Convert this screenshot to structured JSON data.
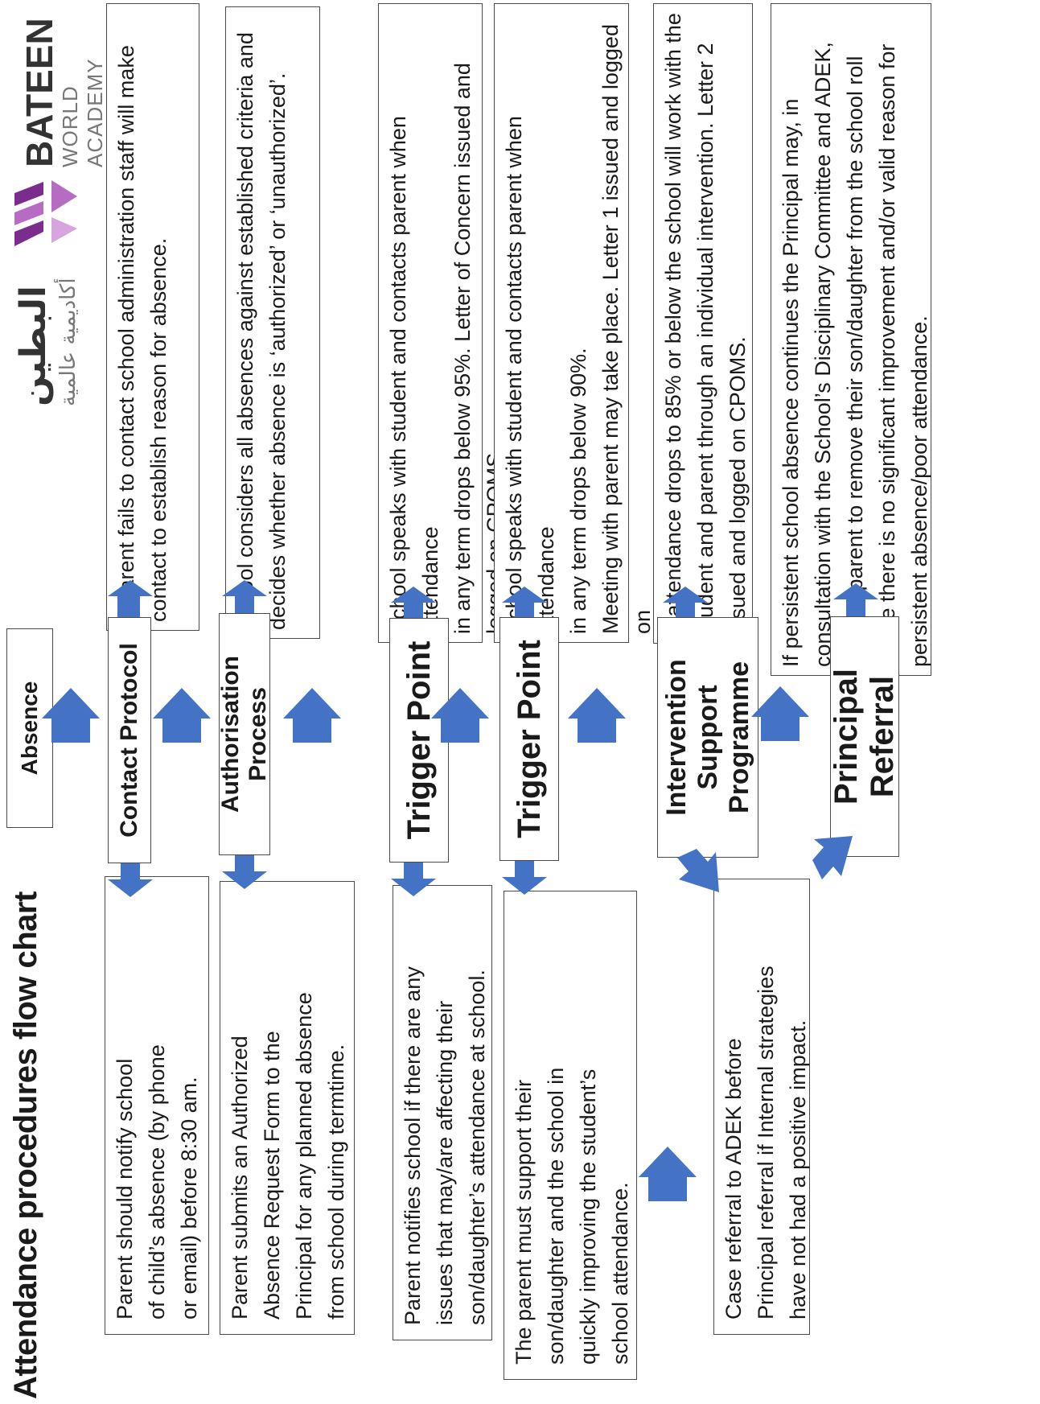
{
  "title": "Attendance procedures flow chart",
  "logo": {
    "arabic_name": "البطين",
    "arabic_sub": "أكاديمية عالمية",
    "name": "BATEEN",
    "sub": "WORLD ACADEMY",
    "colors": [
      "#7b2d8e",
      "#b56cc2",
      "#d7a4de"
    ]
  },
  "steps": {
    "absence": "Absence",
    "contact_protocol": "Contact Protocol",
    "authorisation_process": "Authorisation Process",
    "trigger_point_1": "Trigger Point",
    "trigger_point_2": "Trigger Point",
    "intervention_support": "Intervention Support\nProgramme",
    "principal_referral": "Principal Referral"
  },
  "upper_notes": {
    "contact": "If parent fails to contact school administration staff will make\ncontact to establish reason for absence.",
    "authorisation": "School considers all absences against established criteria and\ndecides whether absence is ‘authorized’ or ‘unauthorized’.",
    "trigger1": "School speaks with student and contacts parent when attendance\nin any term drops below 95%.  Letter of Concern issued and\nlogged on CPOMS.",
    "trigger2": "School speaks with student and contacts parent when attendance\nin any term drops below 90%.\nMeeting with parent may take place. Letter 1 issued and logged on\nCPOMS.",
    "intervention": "If attendance drops to 85% or below the school will work with the\nstudent and parent through an individual intervention. Letter 2\nissued and logged on CPOMS.",
    "principal": "If persistent school absence continues the Principal may, in\nconsultation with the School’s Disciplinary Committee and ADEK,\nask the parent to remove their son/daughter from the school roll\nwhere there is no significant improvement and/or valid reason for\npersistent absence/poor attendance."
  },
  "lower_notes": {
    "contact": "Parent should notify school\nof child’s absence (by phone\nor email) before 8:30 am.",
    "authorisation": "Parent submits an Authorized\nAbsence Request Form to the\nPrincipal for any planned absence\nfrom school during termtime.",
    "trigger1": "Parent notifies school if there are any\nissues that may/are affecting their\nson/daughter’s attendance at school.",
    "trigger2": "The parent must support their\nson/daughter and the school in\nquickly improving the student’s\nschool attendance.",
    "adek": "Case referral to ADEK before\nPrincipal referral if Internal strategies\nhave not had a positive impact."
  },
  "arrow_color": "#4472c4"
}
